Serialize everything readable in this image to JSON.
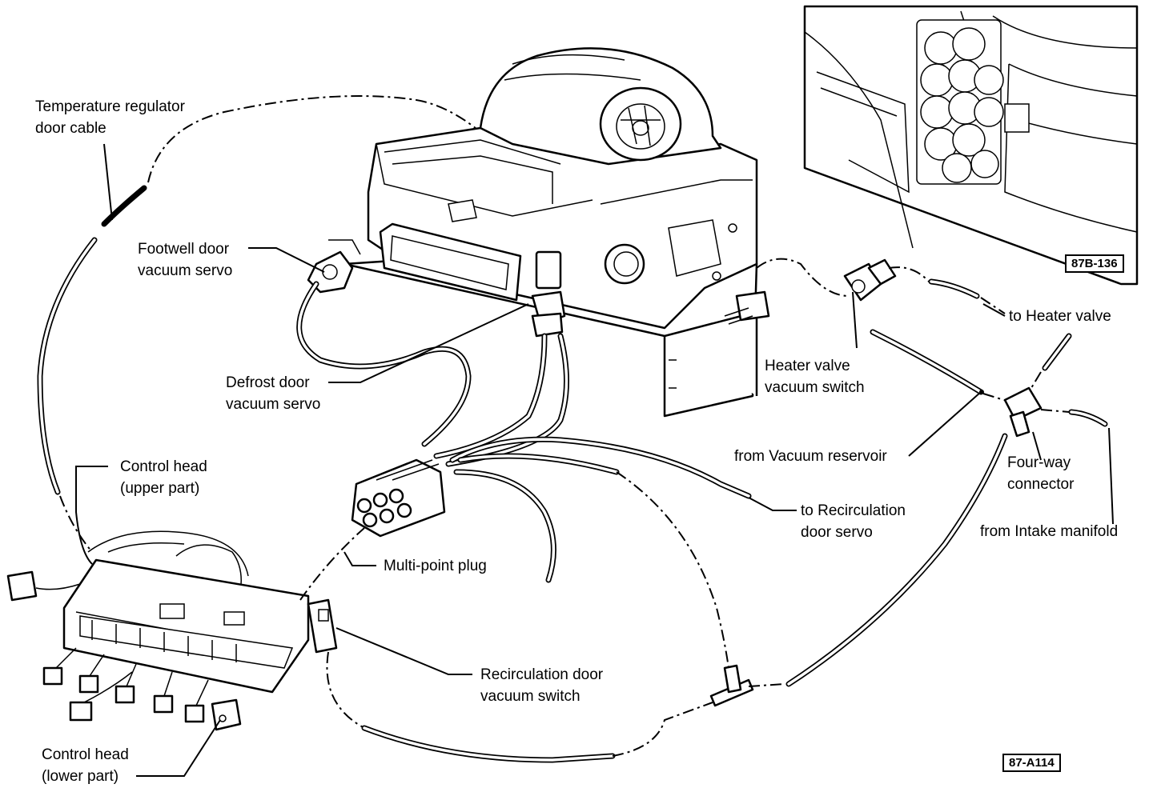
{
  "labels": {
    "temp_cable_1": "Temperature regulator",
    "temp_cable_2": "door cable",
    "footwell_1": "Footwell door",
    "footwell_2": "vacuum servo",
    "defrost_1": "Defrost door",
    "defrost_2": "vacuum servo",
    "control_upper_1": "Control head",
    "control_upper_2": "(upper part)",
    "multipoint": "Multi-point plug",
    "recirc_switch_1": "Recirculation door",
    "recirc_switch_2": "vacuum switch",
    "control_lower_1": "Control head",
    "control_lower_2": "(lower part)",
    "heater_switch_1": "Heater valve",
    "heater_switch_2": "vacuum switch",
    "to_heater": "to Heater valve",
    "from_reservoir": "from Vacuum reservoir",
    "four_way_1": "Four-way",
    "four_way_2": "connector",
    "from_intake": "from Intake manifold",
    "to_recirc_1": "to Recirculation",
    "to_recirc_2": "door servo"
  },
  "figure_tags": {
    "inset": "87B-136",
    "main": "87-A114"
  }
}
